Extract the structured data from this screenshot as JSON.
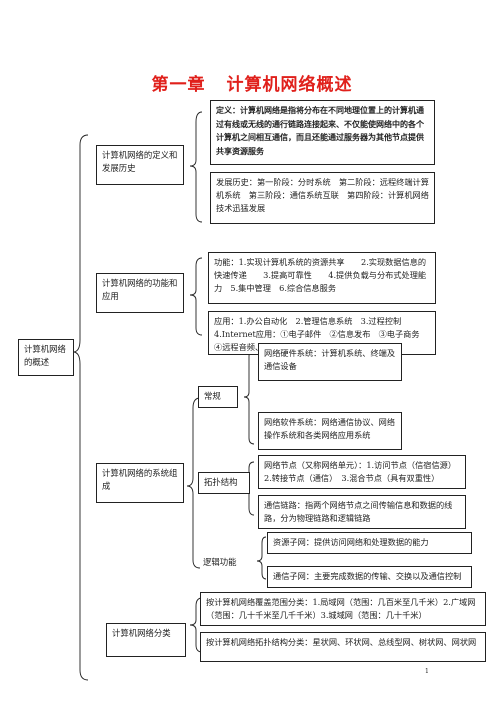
{
  "title": "第一章 计算机网络概述",
  "root": "计算机网络的概述",
  "branches": {
    "definition": {
      "label": "计算机网络的定义和发展历史",
      "def_text": "定义：计算机网络是指将分布在不同地理位置上的计算机通过有线或无线的通行链路连接起来、不仅能使网络中的各个计算机之间相互通信，而且还能通过服务器为其他节点提供共享资源服务",
      "history_text": "发展历史：第一阶段：分时系统　第二阶段：远程终端计算机系统　第三阶段：通信系统互联　第四阶段：计算机网络技术迅猛发展"
    },
    "function": {
      "label": "计算机网络的功能和应用",
      "func_text": "功能：1.实现计算机系统的资源共享　　2.实现数据信息的快速传递　　3.提高可靠性　　4.提供负载与分布式处理能力　5.集中管理　6.综合信息服务",
      "app_text": "应用：1.办公自动化　2.管理信息系统　3.过程控制　4.Internet应用：①电子邮件　②信息发布　③电子商务　④远程音频、视频应用"
    },
    "system": {
      "label": "计算机网络的系统组成",
      "conventional": {
        "label": "常规",
        "hardware": "网络硬件系统：计算机系统、终端及通信设备",
        "software": "网络软件系统：网络通信协议、网络操作系统和各类网络应用系统"
      },
      "topology": {
        "label": "拓扑结构",
        "node": "网络节点（又称网络单元）：1.访问节点（信宿信源）　2.转接节点（通信）　3.混合节点（具有双重性）",
        "link": "通信链路：指两个网络节点之间传输信息和数据的线路，分为物理链路和逻辑链路"
      },
      "logic": {
        "label": "逻辑功能",
        "resource": "资源子网：提供访问网络和处理数据的能力",
        "comm": "通信子网：主要完成数据的传输、交换以及通信控制"
      }
    },
    "classification": {
      "label": "计算机网络分类",
      "by_range": "按计算机网络覆盖范围分类：1.局域网（范围：几百米至几千米）2.广域网（范围：几十千米至几千千米）3.城域网（范围：几十千米）",
      "by_topology": "按计算机网络拓扑结构分类：星状网、环状网、总线型网、树状网、网状网"
    }
  },
  "page_number": "1"
}
